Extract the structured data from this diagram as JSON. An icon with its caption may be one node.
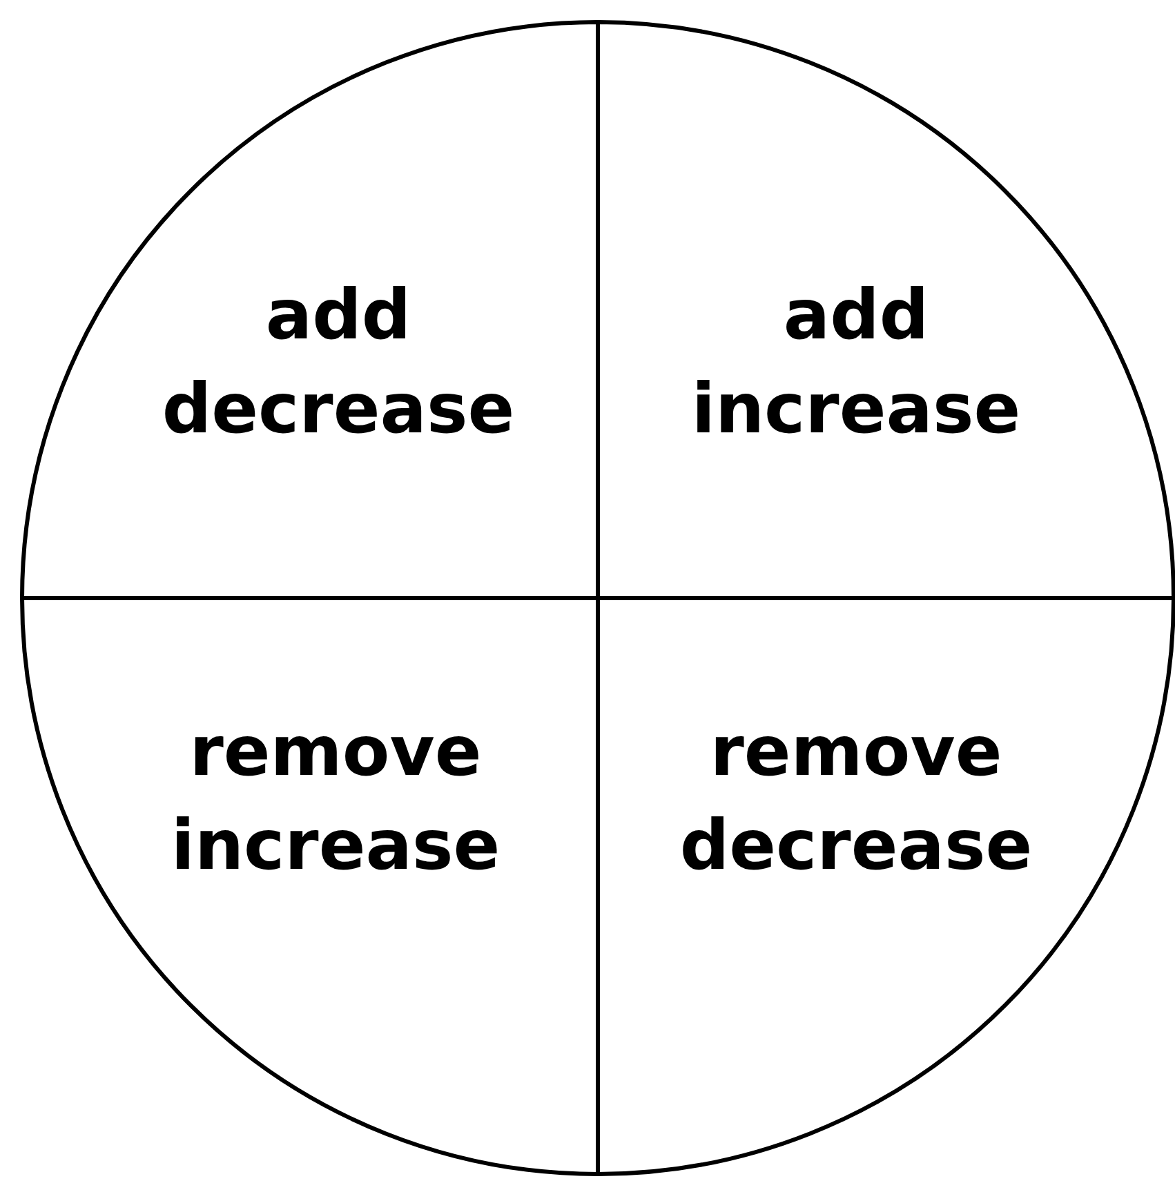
{
  "diagram": {
    "nodes": [
      {
        "text": [
          "add decrease"
        ]
      },
      {
        "text": [
          "add increase"
        ]
      },
      {
        "text": [
          "remove increase"
        ]
      },
      {
        "text": [
          "remove decrease"
        ]
      }
    ]
  }
}
